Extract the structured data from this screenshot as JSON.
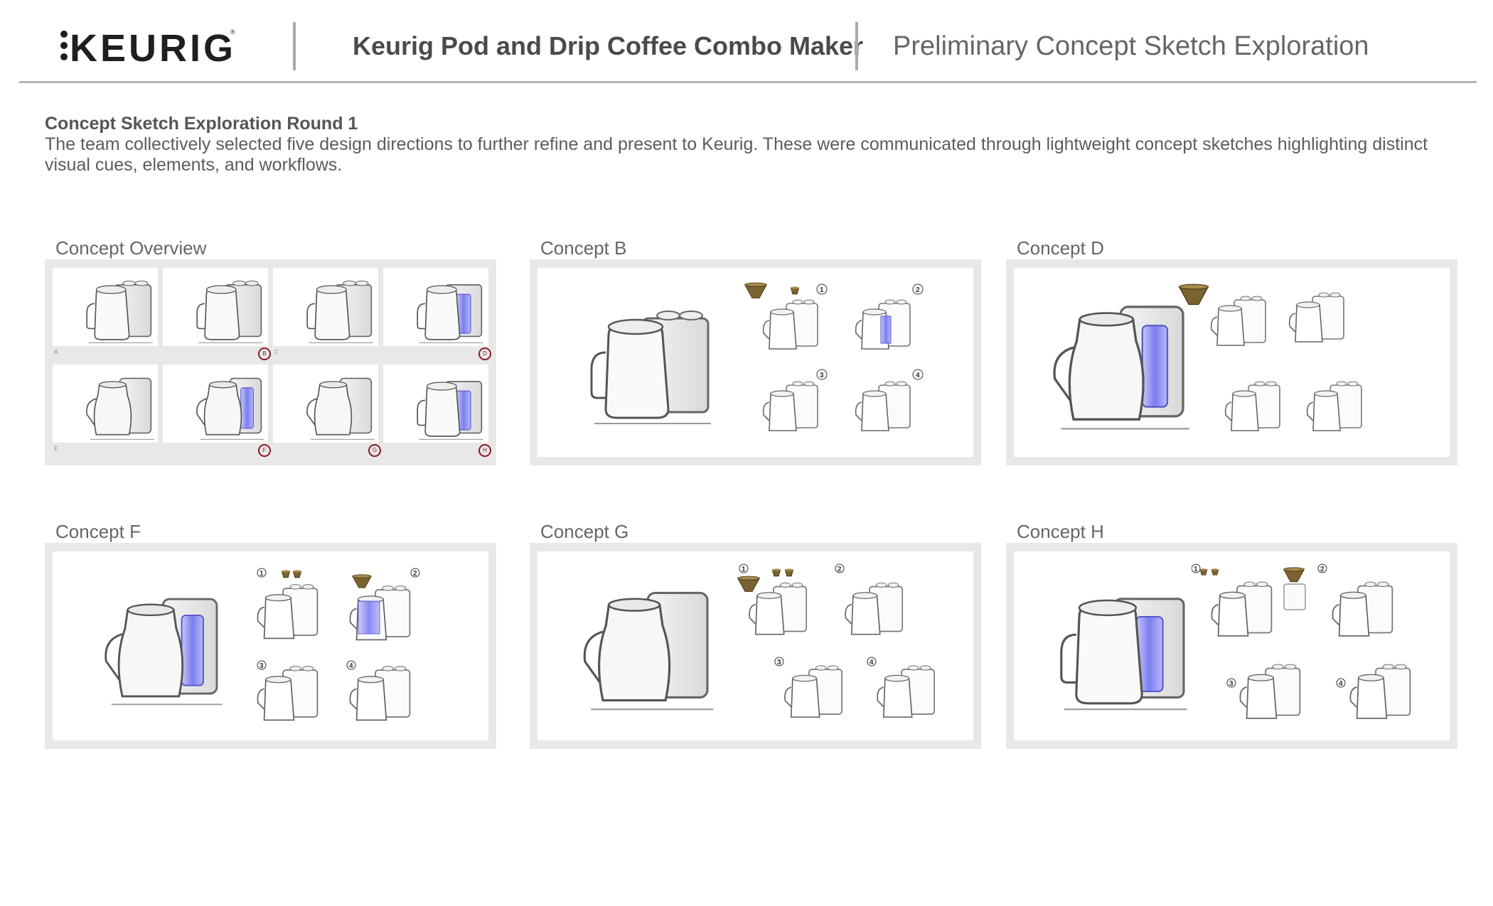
{
  "header": {
    "logo_alt": "KEURIG",
    "product_title": "Keurig Pod and Drip Coffee Combo Maker",
    "subtitle": "Preliminary Concept Sketch Exploration"
  },
  "intro": {
    "title": "Concept Sketch Exploration Round 1",
    "body": "The team collectively selected five design directions to further refine and present to Keurig. These were communicated through lightweight concept sketches highlighting distinct visual cues, elements, and workflows."
  },
  "panels": {
    "overview": {
      "label": "Concept Overview",
      "thumbs": [
        {
          "letter": "A",
          "selected": false
        },
        {
          "letter": "B",
          "selected": true
        },
        {
          "letter": "C",
          "selected": false
        },
        {
          "letter": "D",
          "selected": true
        },
        {
          "letter": "E",
          "selected": false
        },
        {
          "letter": "F",
          "selected": true
        },
        {
          "letter": "G",
          "selected": true
        },
        {
          "letter": "H",
          "selected": true
        }
      ]
    },
    "b": {
      "label": "Concept B",
      "steps": [
        "1",
        "2",
        "3",
        "4"
      ]
    },
    "d": {
      "label": "Concept D"
    },
    "f": {
      "label": "Concept F",
      "steps": [
        "1",
        "2",
        "3",
        "4"
      ]
    },
    "g": {
      "label": "Concept G",
      "steps": [
        "1",
        "2",
        "3",
        "4"
      ]
    },
    "h": {
      "label": "Concept H",
      "steps": [
        "1",
        "2",
        "3",
        "4"
      ]
    }
  },
  "colors": {
    "accent_blue": "#7b7ef0",
    "pod_brown": "#7a6330",
    "badge_red": "#8a1a2a"
  }
}
